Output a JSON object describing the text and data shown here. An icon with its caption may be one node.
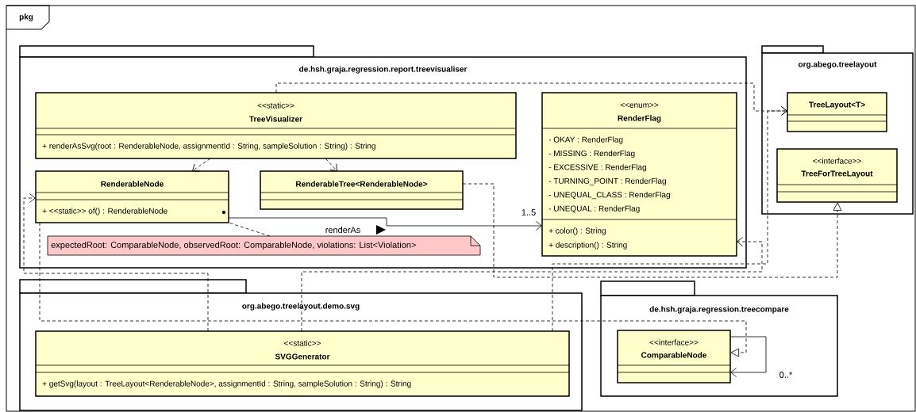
{
  "diagram": {
    "nodes": [
      {
        "text": [
          "pkg"
        ]
      },
      {
        "text": [
          "de.hsh.graja.regression.report.treevisualiser"
        ],
        "in": 0
      },
      {
        "text": [
          "<<static>>",
          "TreeVisualizer",
          "+ renderAsSvg(root : RenderableNode, assignmentId : String, sampleSolution : String) : String"
        ],
        "in": 1
      },
      {
        "text": [
          "RenderableNode",
          "+ <<static>> of() : RenderableNode"
        ],
        "in": 1
      },
      {
        "text": [
          "RenderableTree<RenderableNode>"
        ],
        "in": 1
      },
      {
        "text": [
          "<<enum>>",
          "RenderFlag",
          "- OKAY : RenderFlag",
          "- MISSING : RenderFlag",
          "- EXCESSIVE : RenderFlag",
          "- TURNING_POINT : RenderFlag",
          "- UNEQUAL_CLASS : RenderFlag",
          "- UNEQUAL : RenderFlag",
          "+ color() : String",
          "+ description() : String"
        ],
        "in": 1
      },
      {
        "text": [
          "expectedRoot: ComparableNode, observedRoot: ComparableNode, violations: List<Violation>"
        ],
        "in": 1
      },
      {
        "text": [
          "org.abego.treelayout"
        ],
        "in": 0
      },
      {
        "text": [
          "TreeLayout<T>"
        ],
        "in": 7
      },
      {
        "text": [
          "<<interface>>",
          "TreeForTreeLayout"
        ],
        "in": 7
      },
      {
        "text": [
          "org.abego.treelayout.demo.svg"
        ],
        "in": 0
      },
      {
        "text": [
          "<<static>>",
          "SVGGenerator",
          "+ getSvg(layout : TreeLayout<RenderableNode>, assignmentId : String, sampleSolution : String) : String"
        ],
        "in": 10
      },
      {
        "text": [
          "de.hsh.graja.regression.treecompare"
        ],
        "in": 0
      },
      {
        "text": [
          "<<interface>>",
          "ComparableNode"
        ],
        "in": 12
      }
    ],
    "edges": [
      {
        "from": 2,
        "to": 3,
        "arrow": "to",
        "style": "dashed"
      },
      {
        "from": 2,
        "to": 4,
        "arrow": "to",
        "style": "dashed"
      },
      {
        "from": 2,
        "to": 8,
        "arrow": "to",
        "style": "dashed"
      },
      {
        "from": 3,
        "to": 5,
        "arrow": "to",
        "label": "renderAs"
      },
      {
        "from": 6,
        "to": 3,
        "arrow": "none",
        "style": "dashed"
      },
      {
        "from": 11,
        "to": 3,
        "arrow": "to",
        "style": "dashed"
      },
      {
        "from": 3,
        "to": 13,
        "arrow": "to",
        "style": "dashed"
      },
      {
        "from": 13,
        "to": 13,
        "arrow": "to"
      },
      {
        "from": 4,
        "to": 9,
        "arrow": "to",
        "style": "dashed"
      },
      {
        "from": 11,
        "to": 8,
        "arrow": "to",
        "style": "dashed"
      },
      {
        "from": 11,
        "to": 5,
        "arrow": "to",
        "style": "dashed"
      }
    ],
    "labels": [
      "1..5",
      "0..*"
    ]
  }
}
